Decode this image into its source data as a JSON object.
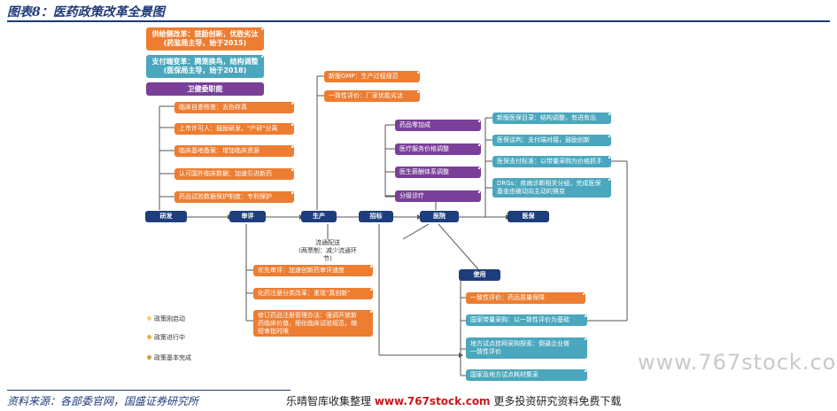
{
  "header": {
    "title": "图表8：医药政策改革全景图"
  },
  "top_boxes": {
    "supply": "供给侧改革：鼓励创新，优胜劣汰\n(药监局主导，始于2015)",
    "payment": "支付端变革：腾笼换鸟，结构调整\n(医保局主导，始于2018)",
    "health": "卫健委职能"
  },
  "chain": {
    "rd": "研发",
    "review": "审评",
    "production": "生产",
    "tender": "招标",
    "hospital": "医院",
    "insurance": "医保",
    "usage": "使用"
  },
  "rd_policies": [
    "临床自查核查：去伪存真",
    "上市许可人：鼓励研发，\"产研\"分离",
    "临床基地备案：增加临床资源",
    "认可国外临床数据：加速引进新药",
    "药品试验数据保护制度：专利保护"
  ],
  "production_policies": [
    "新版GMP：生产过程规范",
    "一致性评价：厂家优胜劣汰"
  ],
  "hospital_policies": [
    "药品零加成",
    "医疗服务价格调整",
    "医生薪酬体系调整",
    "分级诊疗"
  ],
  "insurance_policies": [
    "新版医保目录：结构调整，有进有出",
    "医保谈判：支付端对接，鼓励创新",
    "医保支付标准：以带量采购为价格抓手",
    "DRGs：疾病诊断相关分组，完成医保\n基金由被动向主动的换变"
  ],
  "review_policies": [
    "优先审评：加速创新药审评速度",
    "化药注册分类改革：重现\"真创新\"",
    "修订药品注册管理办法：强调开放新\n药临床价值，细化临床试验规范，缩\n短审批时限"
  ],
  "usage_policies": [
    "一致性评价：药品质量保障",
    "国家带量采购：以一致性评价为基础",
    "地方试点挂网采购探索：倒逼企业做\n一致性评价",
    "国家及地方试点耗材集采"
  ],
  "distribution_note": "流通配送\n(两票制：减少流通环\n节)",
  "legend": {
    "items": [
      "政策刚启动",
      "政策进行中",
      "政策基本完成"
    ],
    "colors": [
      "#f3d26b",
      "#e5b53f",
      "#c8a438"
    ]
  },
  "colors": {
    "orange": "#ed7d31",
    "teal": "#4aa7bd",
    "purple": "#7a3f98",
    "navy": "#1e3d7c"
  },
  "source": "资料来源：各部委官网，国盛证券研究所",
  "footer": {
    "prefix": "乐晴智库收集整理 ",
    "url": "www.767stock.com",
    "suffix": " 更多投资研究资料免费下载"
  },
  "watermark": "www.767stock.com"
}
